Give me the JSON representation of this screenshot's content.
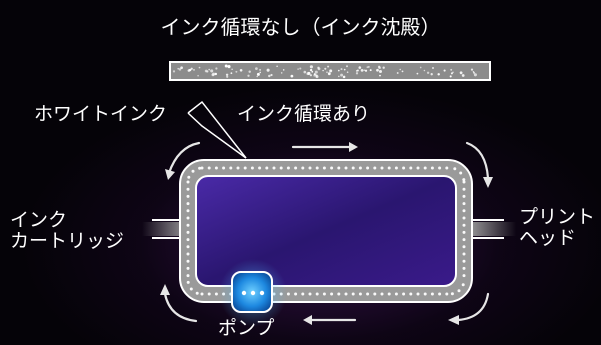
{
  "title": "インク循環なし（インク沈殿）",
  "labels": {
    "white_ink": "ホワイトインク",
    "circulation": "インク循環あり",
    "cartridge_line1": "インク",
    "cartridge_line2": "カートリッジ",
    "printhead_line1": "プリント",
    "printhead_line2": "ヘッド",
    "pump": "ポンプ"
  },
  "colors": {
    "background": "#050308",
    "chamber": "#3a1a8a",
    "pump_glow": "#2aa8ff",
    "tube": "#9a9a9a",
    "arrow": "#e6e6e6"
  },
  "icons": [
    "flow-arrow-icon",
    "pump-icon",
    "ink-particle-icon"
  ]
}
